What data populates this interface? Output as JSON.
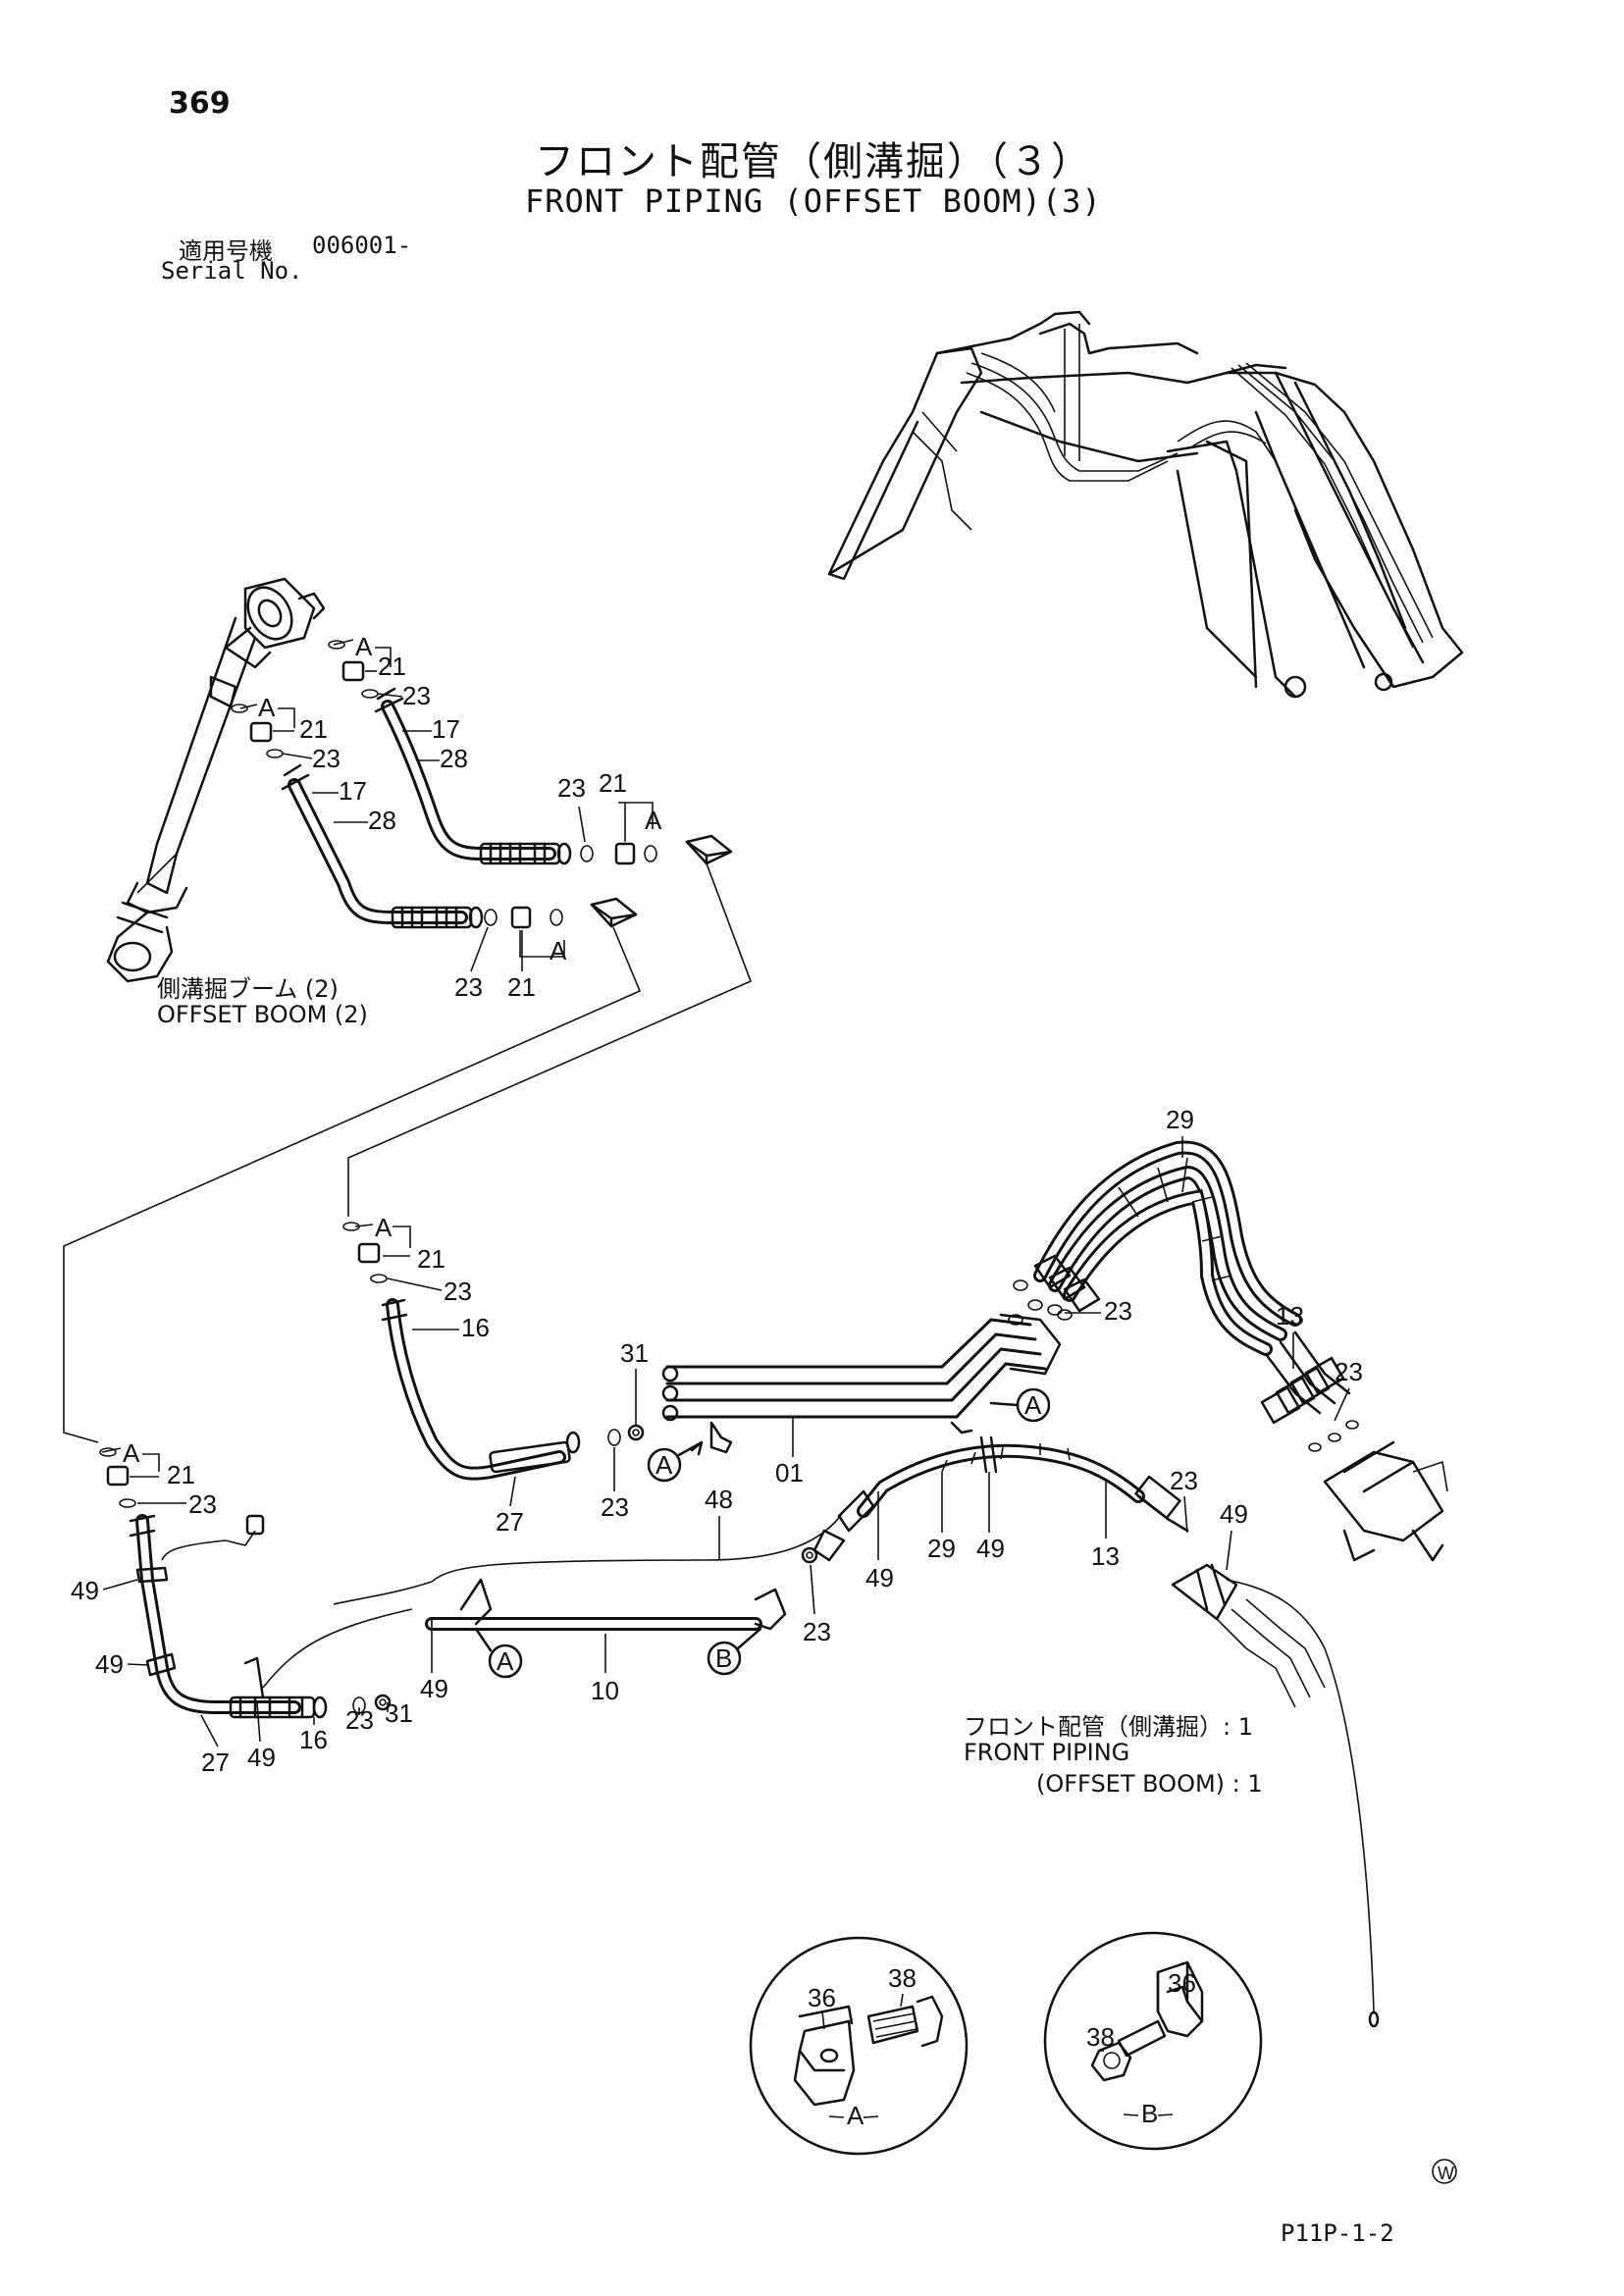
{
  "header": {
    "page_number": "369",
    "title_jp": "フロント配管（側溝掘）（３）",
    "title_en": "FRONT PIPING (OFFSET BOOM)(3)",
    "serial_label_jp": "適用号機",
    "serial_value": "006001-",
    "serial_label_en": "Serial No."
  },
  "captions": {
    "offset_boom_jp": "側溝掘ブーム (2)",
    "offset_boom_en": "OFFSET BOOM (2)",
    "front_piping_jp": "フロント配管（側溝掘）: 1",
    "front_piping_en_1": "FRONT PIPING",
    "front_piping_en_2": "(OFFSET BOOM) : 1"
  },
  "detail_views": {
    "a_label": "A",
    "b_label": "B"
  },
  "callouts": {
    "a": "A",
    "b": "B"
  },
  "labels": {
    "p21": "21",
    "p23": "23",
    "p17": "17",
    "p28": "28",
    "p16": "16",
    "p27": "27",
    "p31": "31",
    "p01": "01",
    "p48": "48",
    "p10": "10",
    "p49": "49",
    "p29": "29",
    "p13": "13",
    "p36": "36",
    "p38": "38"
  },
  "footer": {
    "drawing_code": "P11P-1-2",
    "mark": "W"
  }
}
